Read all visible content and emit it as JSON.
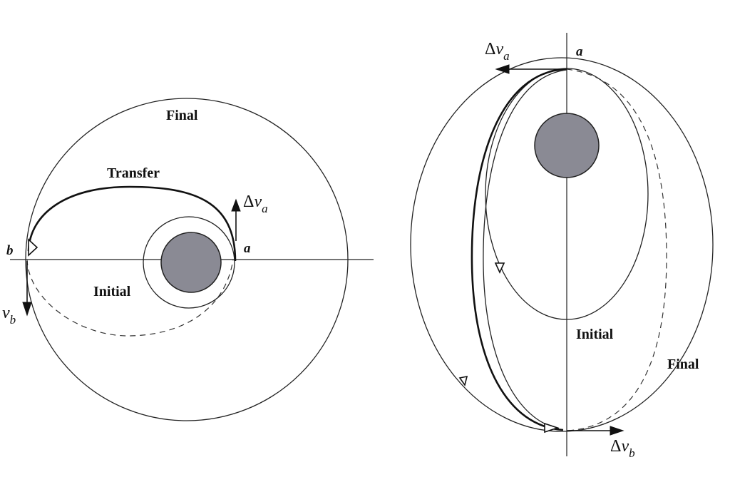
{
  "left_diagram": {
    "labels": {
      "final": "Final",
      "transfer": "Transfer",
      "initial": "Initial",
      "point_a": "a",
      "point_b": "b"
    },
    "delta_v_a": {
      "symbol": "Δ",
      "var": "v",
      "sub": "a"
    },
    "v_b": {
      "var": "v",
      "sub": "b"
    }
  },
  "right_diagram": {
    "labels": {
      "final": "Final",
      "initial": "Initial",
      "point_a": "a"
    },
    "delta_v_a": {
      "symbol": "Δ",
      "var": "v",
      "sub": "a"
    },
    "delta_v_b": {
      "symbol": "Δ",
      "var": "v",
      "sub": "b"
    }
  },
  "colors": {
    "planet_fill": "#8a8a94",
    "line": "#222222",
    "background": "#ffffff"
  }
}
